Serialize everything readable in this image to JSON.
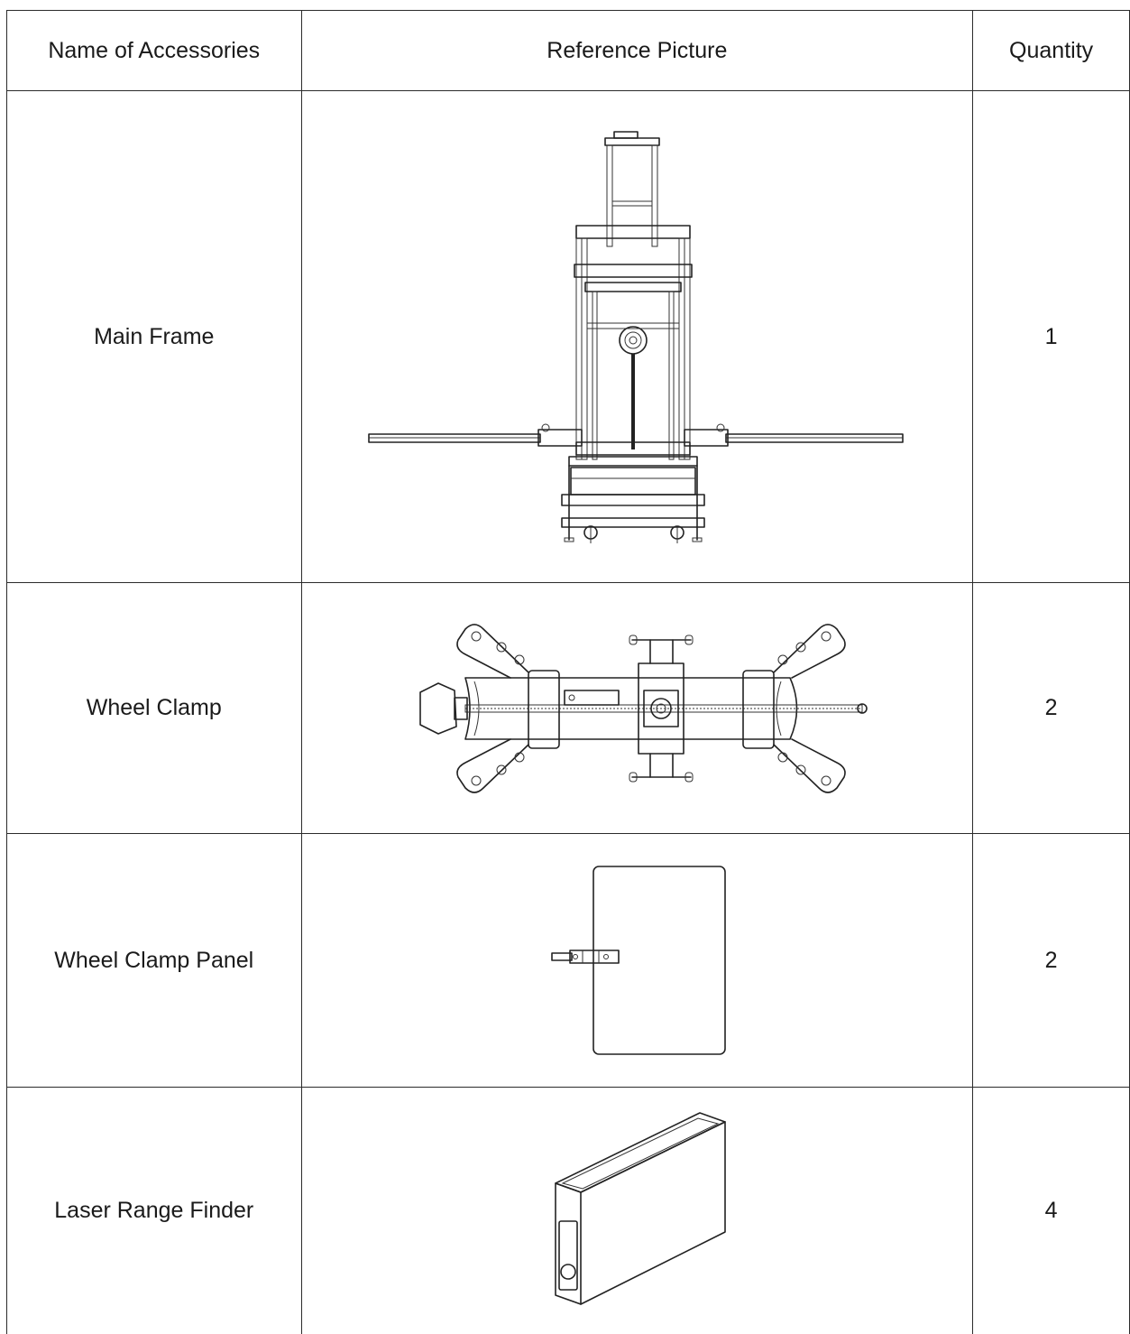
{
  "table": {
    "headers": {
      "name": "Name of Accessories",
      "picture": "Reference Picture",
      "quantity": "Quantity"
    },
    "rows": [
      {
        "name": "Main Frame",
        "quantity": "1",
        "icon": "main-frame-drawing"
      },
      {
        "name": "Wheel Clamp",
        "quantity": "2",
        "icon": "wheel-clamp-drawing"
      },
      {
        "name": "Wheel Clamp Panel",
        "quantity": "2",
        "icon": "wheel-clamp-panel-drawing"
      },
      {
        "name": "Laser Range Finder",
        "quantity": "4",
        "icon": "laser-range-finder-drawing"
      }
    ]
  }
}
